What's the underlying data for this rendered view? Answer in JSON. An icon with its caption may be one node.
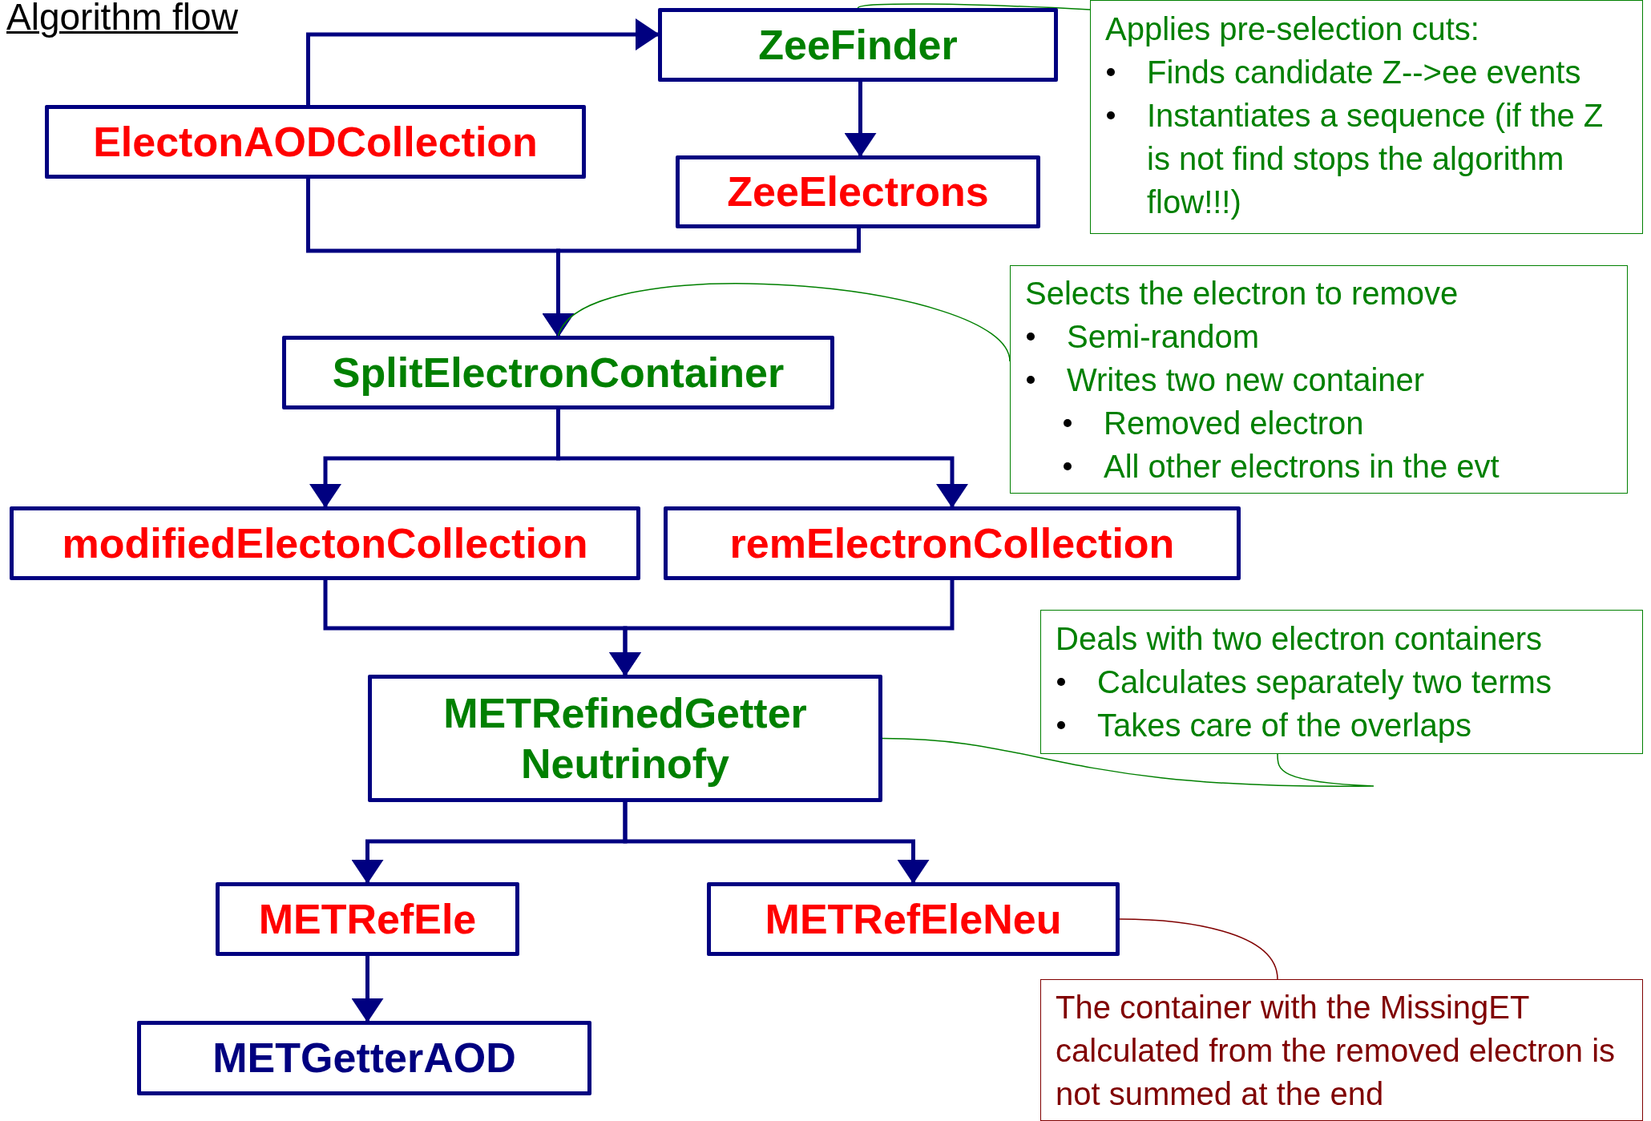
{
  "diagram": {
    "title": "Algorithm flow",
    "nodes": [
      {
        "text": [
          "ZeeFinder"
        ]
      },
      {
        "text": [
          "Applies pre-selection cuts:",
          "Finds candidate Z-->ee events",
          "Instantiates a sequence (if the Z is not find stops the algorithm flow!!!)"
        ]
      },
      {
        "text": [
          "ElectonAODCollection"
        ]
      },
      {
        "text": [
          "ZeeElectrons"
        ]
      },
      {
        "text": [
          "Selects the electron to remove",
          "Semi-random",
          "Writes two new container",
          "Removed electron",
          "All other electrons in the evt"
        ]
      },
      {
        "text": [
          "SplitElectronContainer"
        ]
      },
      {
        "text": [
          "modifiedElectonCollection"
        ]
      },
      {
        "text": [
          "remElectronCollection"
        ]
      },
      {
        "text": [
          "Deals with two electron containers",
          "Calculates separately two terms",
          "Takes care of the overlaps"
        ]
      },
      {
        "text": [
          "METRefinedGetter Neutrinofy"
        ]
      },
      {
        "text": [
          "METRefEle"
        ]
      },
      {
        "text": [
          "METRefEleNeu"
        ]
      },
      {
        "text": [
          "The container with the MissingET calculated from the removed electron is not summed at the end"
        ]
      },
      {
        "text": [
          "METGetterAOD"
        ]
      }
    ],
    "edges": [
      {
        "from": 2,
        "to": 0,
        "arrow": "to"
      },
      {
        "from": 0,
        "to": 3,
        "arrow": "to"
      },
      {
        "from": 2,
        "to": 5,
        "arrow": "to"
      },
      {
        "from": 3,
        "to": 5,
        "arrow": "to"
      },
      {
        "from": 5,
        "to": 6,
        "arrow": "to"
      },
      {
        "from": 5,
        "to": 7,
        "arrow": "to"
      },
      {
        "from": 6,
        "to": 9,
        "arrow": "to"
      },
      {
        "from": 7,
        "to": 9,
        "arrow": "to"
      },
      {
        "from": 9,
        "to": 10,
        "arrow": "to"
      },
      {
        "from": 9,
        "to": 11,
        "arrow": "to"
      },
      {
        "from": 10,
        "to": 13,
        "arrow": "to"
      },
      {
        "from": 1,
        "to": 0,
        "arrow": "none",
        "color": "#008000"
      },
      {
        "from": 4,
        "to": 5,
        "arrow": "none",
        "color": "#008000"
      },
      {
        "from": 8,
        "to": 9,
        "arrow": "none",
        "color": "#008000"
      },
      {
        "from": 12,
        "to": 11,
        "arrow": "none",
        "color": "#800000"
      }
    ]
  }
}
